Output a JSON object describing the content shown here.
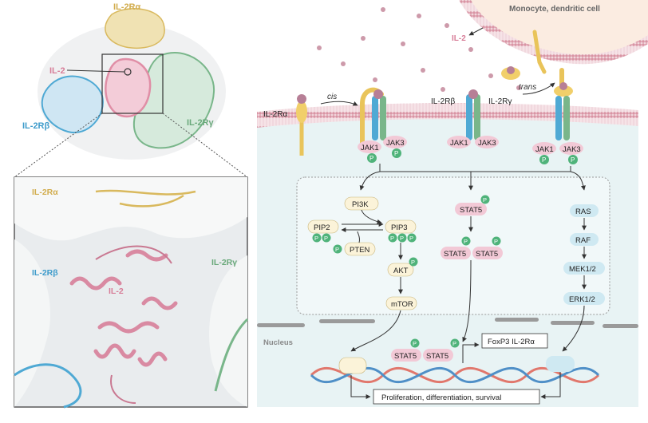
{
  "panel_a": {
    "labels": {
      "il2ra_top": "IL-2Rα",
      "il2": "IL-2",
      "il2rb": "IL-2Rβ",
      "il2rg": "IL-2Rγ",
      "zoom_il2ra": "IL-2Rα",
      "zoom_il2rb": "IL-2Rβ",
      "zoom_il2rg": "IL-2Rγ",
      "zoom_il2": "IL-2"
    },
    "colors": {
      "il2ra": "#e3c675",
      "il2": "#e08ea6",
      "il2rb": "#4fa9d4",
      "il2rg": "#79b68a"
    }
  },
  "panel_b": {
    "cell_label": "Monocyte, dendritic cell",
    "il2_label": "IL-2",
    "cis_label": "cis",
    "trans_label": "trans",
    "il2ra_label": "IL-2Rα",
    "il2rb_label": "IL-2Rβ",
    "il2rg_label": "IL-2Rγ",
    "jak1": "JAK1",
    "jak3": "JAK3",
    "p": "P",
    "pi3k": "PI3K",
    "pip2": "PIP2",
    "pip3": "PIP3",
    "pten": "PTEN",
    "akt": "AKT",
    "mtor": "mTOR",
    "stat5": "STAT5",
    "ras": "RAS",
    "raf": "RAF",
    "mek": "MEK1/2",
    "erk": "ERK1/2",
    "nucleus": "Nucleus",
    "gene": "FoxP3 IL-2Rα",
    "outcome": "Proliferation, differentiation, survival",
    "colors": {
      "membrane": "#d99aa8",
      "cyto": "#e6f3f4",
      "stat5": "#f2c9d6",
      "pill": "#fbf3d9",
      "mapk": "#cfe9f2",
      "phospho": "#4fb37a"
    }
  }
}
